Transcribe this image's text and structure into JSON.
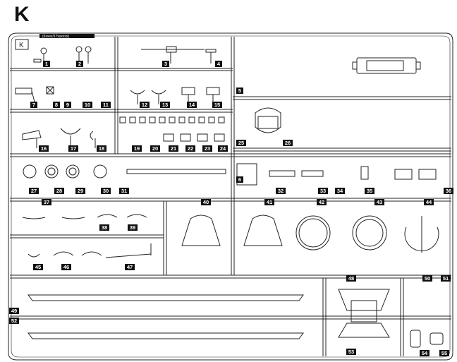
{
  "sprue": {
    "title": "K",
    "corner_letter": "K",
    "code": "(6xxxx/17xxxxxx)"
  },
  "part_numbers": [
    "1",
    "2",
    "3",
    "4",
    "5",
    "6",
    "7",
    "8",
    "9",
    "10",
    "11",
    "12",
    "13",
    "14",
    "15",
    "16",
    "17",
    "18",
    "19",
    "20",
    "21",
    "22",
    "23",
    "24",
    "25",
    "26",
    "27",
    "28",
    "29",
    "30",
    "31",
    "32",
    "33",
    "34",
    "35",
    "36",
    "37",
    "38",
    "39",
    "40",
    "41",
    "42",
    "43",
    "44",
    "45",
    "46",
    "47",
    "48",
    "49",
    "50",
    "51",
    "52",
    "53",
    "54",
    "55"
  ],
  "colors": {
    "line": "#222222",
    "label_bg": "#111111"
  }
}
